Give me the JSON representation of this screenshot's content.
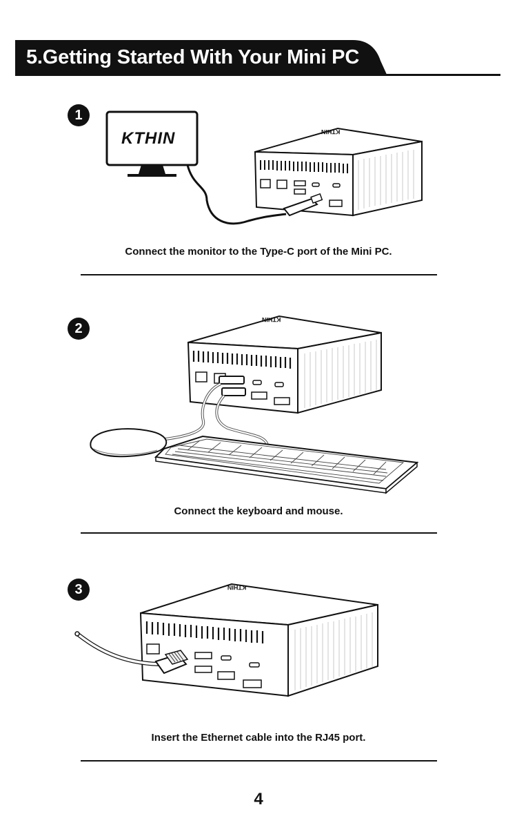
{
  "header": {
    "title": "5.Getting Started With Your Mini PC"
  },
  "brand": {
    "monitor_logo": "KTHIN",
    "device_logo": "KTHIN"
  },
  "steps": [
    {
      "number": "1",
      "caption": "Connect the monitor to the Type-C port of the Mini PC.",
      "illustration": "monitor-to-minipc-typec"
    },
    {
      "number": "2",
      "caption": "Connect the keyboard and mouse.",
      "illustration": "keyboard-mouse-to-minipc"
    },
    {
      "number": "3",
      "caption": "Insert the Ethernet cable into the RJ45 port.",
      "illustration": "ethernet-to-minipc-rj45"
    }
  ],
  "footer": {
    "page_number": "4"
  },
  "colors": {
    "ink": "#111111",
    "paper": "#ffffff"
  }
}
